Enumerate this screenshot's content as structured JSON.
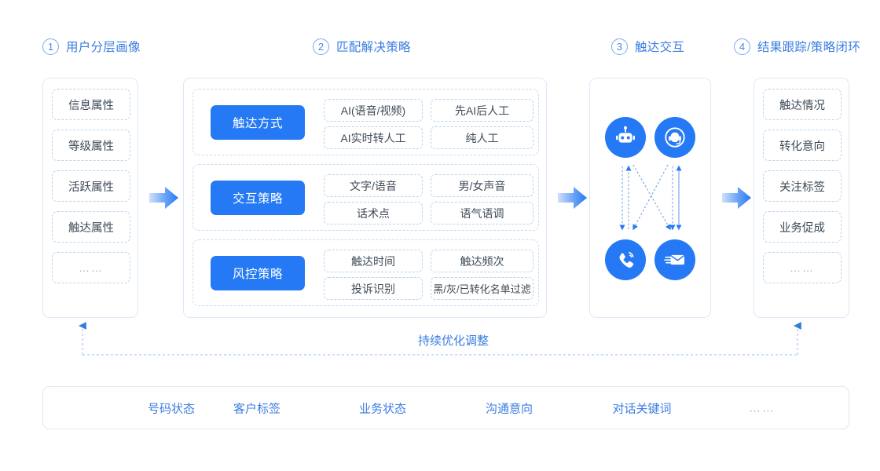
{
  "stages": [
    {
      "num": "1",
      "title": "用户分层画像"
    },
    {
      "num": "2",
      "title": "匹配解决策略"
    },
    {
      "num": "3",
      "title": "触达交互"
    },
    {
      "num": "4",
      "title": "结果跟踪/策略闭环"
    }
  ],
  "column1": {
    "items": [
      "信息属性",
      "等级属性",
      "活跃属性",
      "触达属性",
      "……"
    ]
  },
  "column2": {
    "groups": [
      {
        "label": "触达方式",
        "options": [
          "AI(语音/视频)",
          "先AI后人工",
          "AI实时转人工",
          "纯人工"
        ]
      },
      {
        "label": "交互策略",
        "options": [
          "文字/语音",
          "男/女声音",
          "话术点",
          "语气语调"
        ]
      },
      {
        "label": "风控策略",
        "options": [
          "触达时间",
          "触达频次",
          "投诉识别",
          "黑/灰/已转化名单过滤"
        ]
      }
    ]
  },
  "column3": {
    "icons": [
      "robot-icon",
      "headset-agent-icon",
      "phone-call-icon",
      "message-envelope-icon"
    ]
  },
  "column4": {
    "items": [
      "触达情况",
      "转化意向",
      "关注标签",
      "业务促成",
      "……"
    ]
  },
  "feedback": {
    "label": "持续优化调整"
  },
  "bottom_bar": {
    "items": [
      "号码状态",
      "客户标签",
      "业务状态",
      "沟通意向",
      "对话关键词",
      "……"
    ]
  },
  "colors": {
    "accent": "#2579f5",
    "text_blue": "#3b7de0",
    "border": "#dce8f7",
    "chip_border": "#bdd3ef"
  }
}
